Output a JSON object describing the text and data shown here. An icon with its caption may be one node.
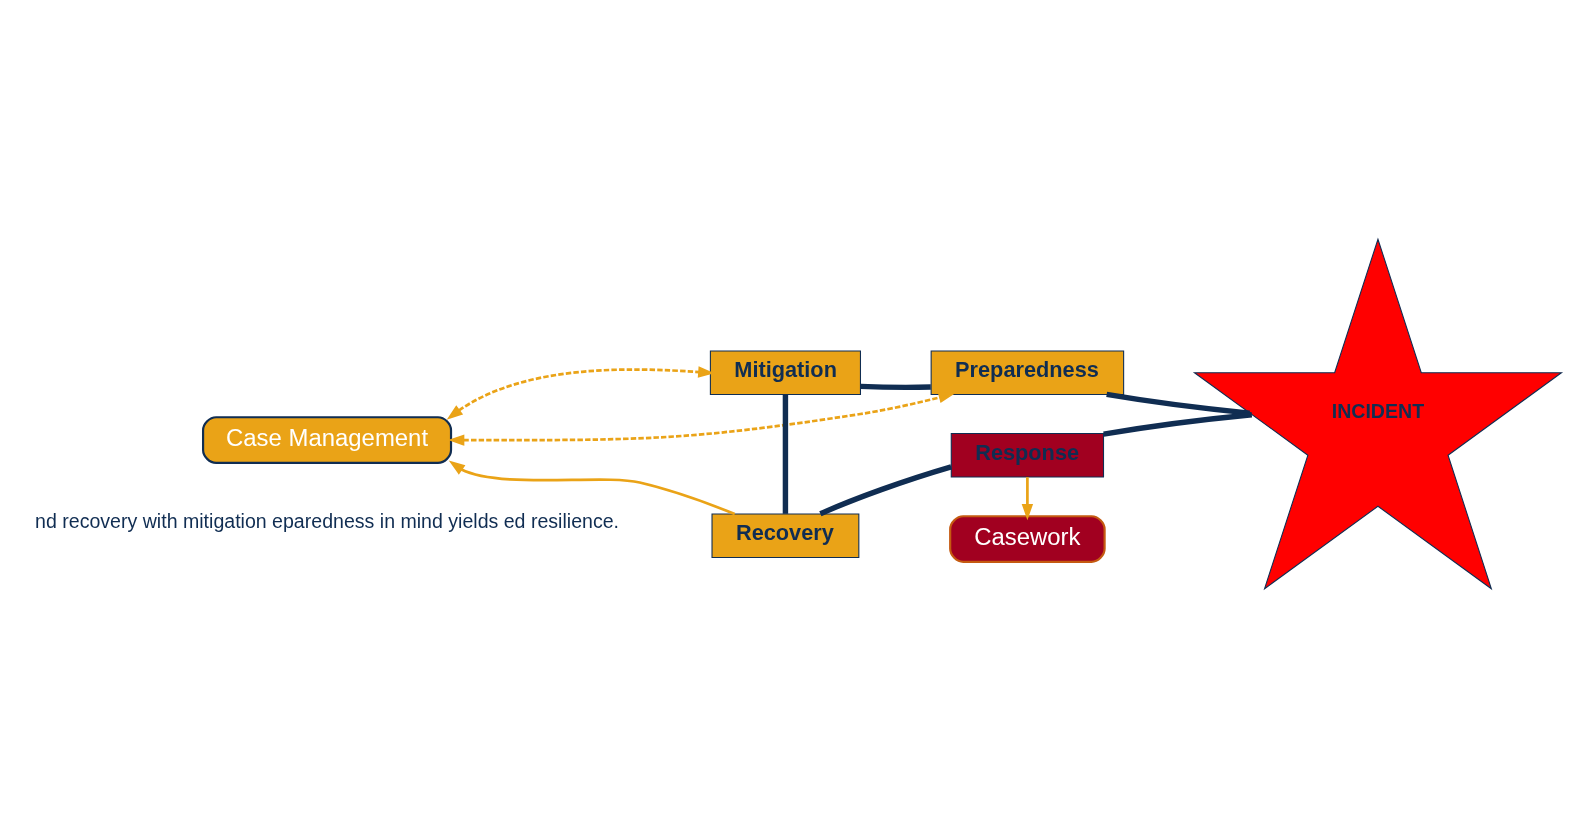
{
  "diagram": {
    "nodes": [
      {
        "text": [
          "Case Management"
        ]
      },
      {
        "text": [
          "Mitigation"
        ]
      },
      {
        "text": [
          "Preparedness"
        ]
      },
      {
        "text": [
          "INCIDENT"
        ]
      },
      {
        "text": [
          "Recovery"
        ]
      },
      {
        "text": [
          "Response"
        ]
      },
      {
        "text": [
          "Casework"
        ]
      }
    ],
    "edges": [
      {
        "from": 0,
        "to": 1,
        "arrow": "both",
        "style": "dashed",
        "color": "#eaa317"
      },
      {
        "from": 0,
        "to": 2,
        "arrow": "both",
        "style": "dashed",
        "color": "#eaa317"
      },
      {
        "from": 4,
        "to": 0,
        "arrow": "to",
        "color": "#eaa317"
      },
      {
        "from": 5,
        "to": 6,
        "arrow": "to",
        "color": "#eaa317"
      },
      {
        "from": 1,
        "to": 2,
        "arrow": "none"
      },
      {
        "from": 2,
        "to": 3,
        "arrow": "none"
      },
      {
        "from": 3,
        "to": 5,
        "arrow": "none"
      },
      {
        "from": 5,
        "to": 4,
        "arrow": "none"
      },
      {
        "from": 4,
        "to": 1,
        "arrow": "none"
      }
    ],
    "labels": [
      "nd recovery with mitigation eparedness in mind yields ed resilience."
    ]
  }
}
